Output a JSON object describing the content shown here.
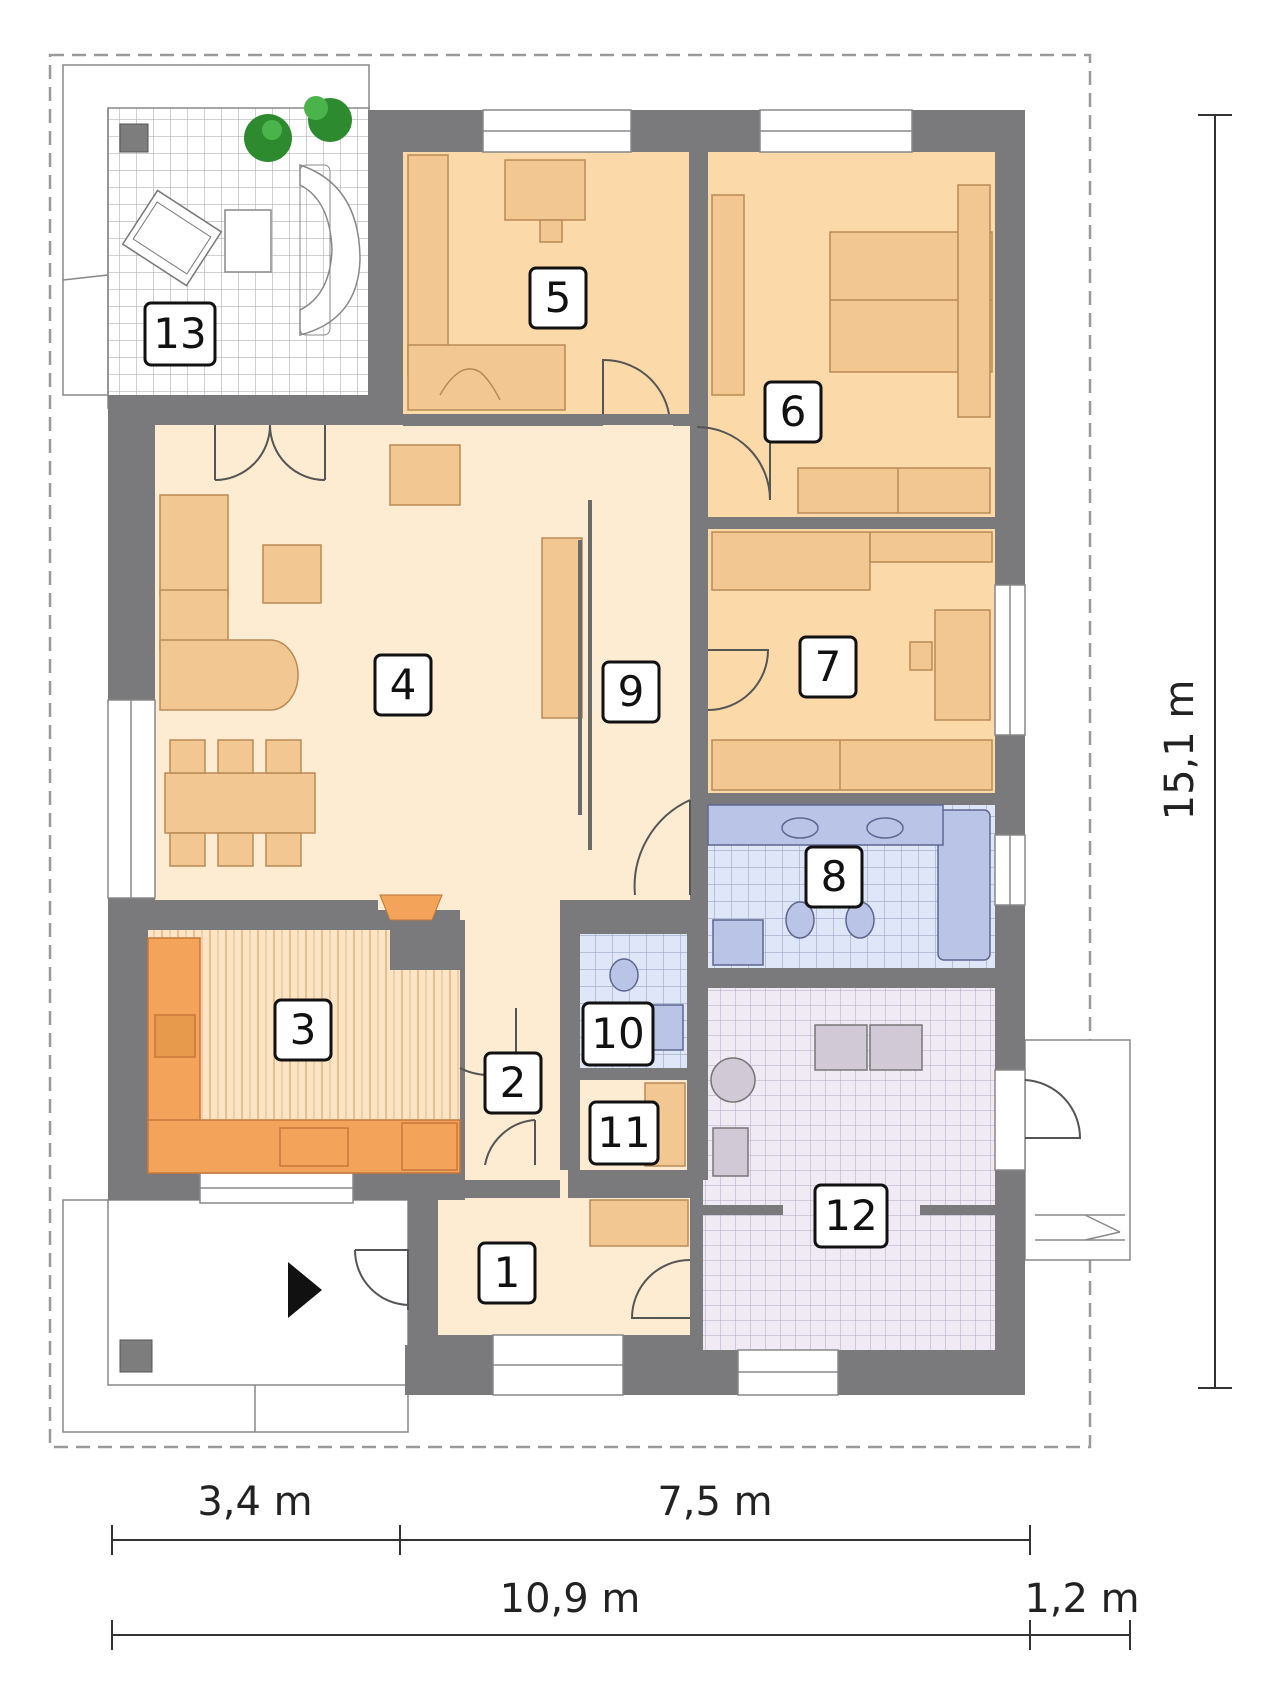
{
  "rooms": [
    {
      "id": "1",
      "label": "1"
    },
    {
      "id": "2",
      "label": "2"
    },
    {
      "id": "3",
      "label": "3"
    },
    {
      "id": "4",
      "label": "4"
    },
    {
      "id": "5",
      "label": "5"
    },
    {
      "id": "6",
      "label": "6"
    },
    {
      "id": "7",
      "label": "7"
    },
    {
      "id": "8",
      "label": "8"
    },
    {
      "id": "9",
      "label": "9"
    },
    {
      "id": "10",
      "label": "10"
    },
    {
      "id": "11",
      "label": "11"
    },
    {
      "id": "12",
      "label": "12"
    },
    {
      "id": "13",
      "label": "13"
    }
  ],
  "dimensions": {
    "width_left": "3,4 m",
    "width_right": "7,5 m",
    "width_total": "10,9 m",
    "width_extra": "1,2 m",
    "height_total": "15,1 m"
  },
  "colors": {
    "wall": "#7a7a7c",
    "living_floor": "#fdecd2",
    "bedroom_floor": "#fbd9a8",
    "furniture": "#f3c792",
    "furniture_stroke": "#b98a55",
    "bathroom_floor": "#b9c4e6",
    "utility_floor": "#dcd6e6",
    "kitchen_counter": "#f4a35a",
    "kitchen_floor": "#fad9b0"
  }
}
